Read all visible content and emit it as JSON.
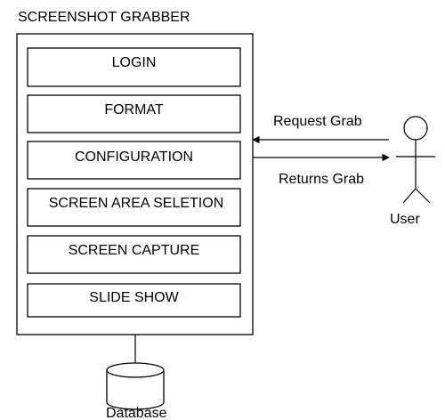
{
  "title": "SCREENSHOT GRABBER",
  "modules": [
    {
      "label": "LOGIN"
    },
    {
      "label": "FORMAT"
    },
    {
      "label": "CONFIGURATION"
    },
    {
      "label": "SCREEN AREA SELETION"
    },
    {
      "label": "SCREEN CAPTURE"
    },
    {
      "label": "SLIDE SHOW"
    }
  ],
  "arrows": {
    "request_label": "Request Grab",
    "returns_label": "Returns Grab"
  },
  "actor": {
    "label": "User"
  },
  "database": {
    "label": "Database"
  }
}
